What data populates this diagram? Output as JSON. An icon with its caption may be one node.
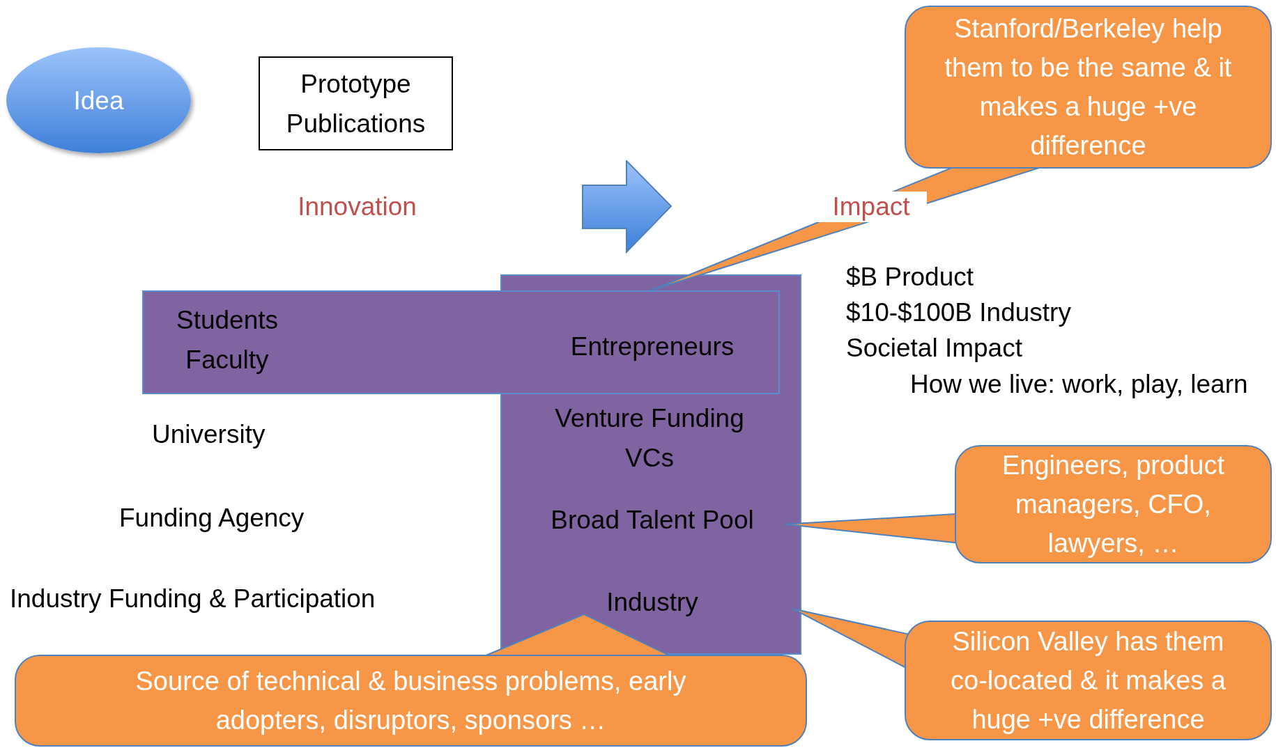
{
  "diagram": {
    "nodes": [
      {
        "text": [
          "Idea"
        ]
      },
      {
        "text": [
          "Prototype Publications"
        ]
      },
      {
        "text": [
          "Stanford/Berkeley help them to be the same & it makes a huge +ve difference"
        ]
      },
      {
        "text": [
          "Venture Funding VCs",
          "Broad Talent Pool",
          "Industry"
        ]
      },
      {
        "text": [
          "Students Faculty",
          "Entrepreneurs"
        ]
      },
      {
        "text": [
          "Engineers, product managers, CFO, lawyers, …"
        ]
      },
      {
        "text": [
          "Silicon Valley has them co-located & it makes a huge +ve difference"
        ]
      },
      {
        "text": [
          "Source of technical & business problems, early adopters, disruptors, sponsors …"
        ]
      }
    ],
    "edges": [
      {
        "from": 2,
        "to": 4,
        "arrow": "none"
      },
      {
        "from": 5,
        "to": 3,
        "arrow": "none"
      },
      {
        "from": 6,
        "to": 3,
        "arrow": "none"
      },
      {
        "from": 7,
        "to": 3,
        "arrow": "none"
      }
    ],
    "labels": [
      "Innovation",
      "Impact",
      "University",
      "Funding Agency",
      "Industry Funding & Participation",
      "$B Product",
      "$10-$100B Industry",
      "Societal Impact",
      "How we live: work, play, learn"
    ]
  }
}
